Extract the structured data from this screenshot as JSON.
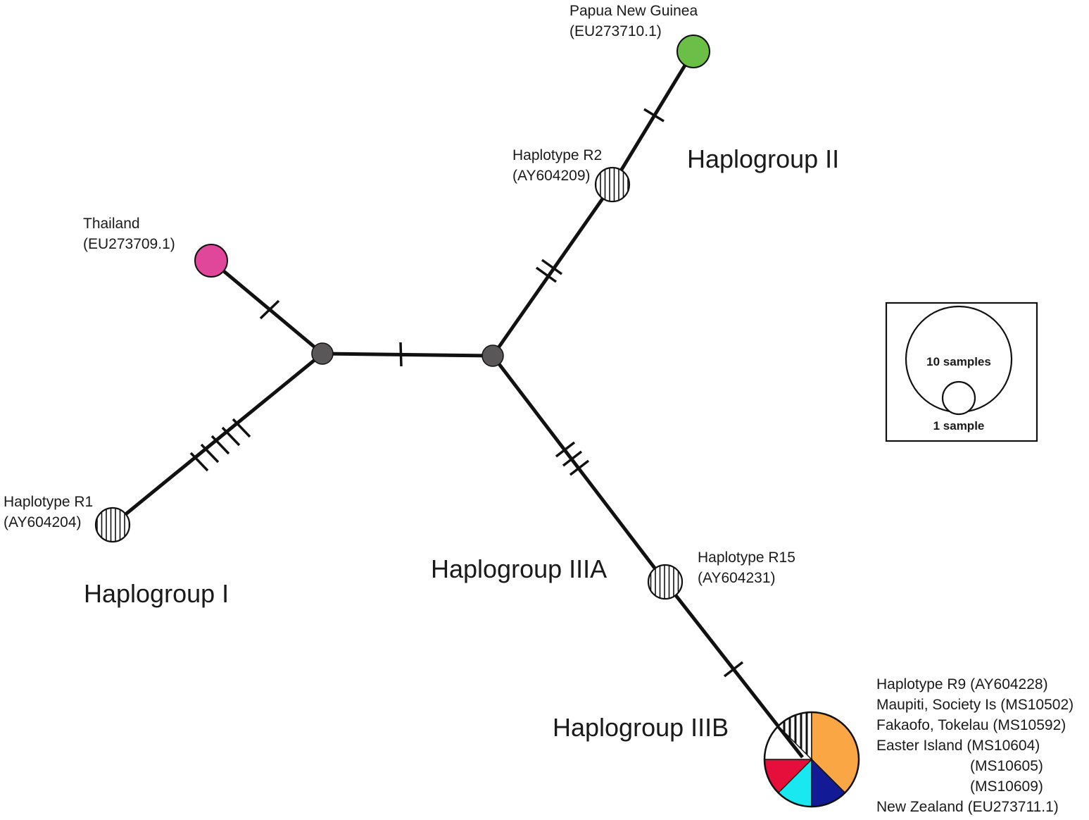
{
  "haplogroups": {
    "g1": "Haplogroup I",
    "g2": "Haplogroup II",
    "g3a": "Haplogroup IIIA",
    "g3b": "Haplogroup IIIB"
  },
  "nodes": {
    "thailand": {
      "name": "Thailand",
      "accession": "(EU273709.1)",
      "color": "#e0479a",
      "samples": 1
    },
    "png": {
      "name": "Papua New Guinea",
      "accession": "(EU273710.1)",
      "color": "#6cbf46",
      "samples": 1
    },
    "r1": {
      "name": "Haplotype R1",
      "accession": "(AY604204)",
      "pattern": "vertical-hatch",
      "samples": 1
    },
    "r2": {
      "name": "Haplotype R2",
      "accession": "(AY604209)",
      "pattern": "vertical-hatch",
      "samples": 1
    },
    "r15": {
      "name": "Haplotype R15",
      "accession": "(AY604231)",
      "pattern": "vertical-hatch",
      "samples": 1
    },
    "median_left": {
      "color": "#5a5758"
    },
    "median_right": {
      "color": "#5a5758"
    }
  },
  "mutations": {
    "thailand_to_median_left": 1,
    "median_left_to_median_right": 1,
    "median_left_to_r1": 5,
    "median_right_to_r2": 2,
    "r2_to_png": 1,
    "median_right_to_r15": 3,
    "r15_to_r9": 1
  },
  "r9": {
    "lines": [
      "Haplotype R9 (AY604228)",
      "Maupiti, Society Is (MS10502)",
      "Fakaofo, Tokelau (MS10592)",
      "Easter Island (MS10604)",
      "(MS10605)",
      "(MS10609)",
      "New Zealand (EU273711.1)"
    ],
    "slices": [
      {
        "label": "Haplotype R9 (AY604228)",
        "color": "#ffffff",
        "pattern": "vertical-hatch",
        "fraction": 0.125
      },
      {
        "label": "Maupiti, Society Is (MS10502)",
        "color": "#fba644",
        "fraction": 0.375
      },
      {
        "label": "New Zealand (EU273711.1)",
        "color": "#131a96",
        "fraction": 0.125
      },
      {
        "label": "Fakaofo, Tokelau (MS10592)",
        "color": "#1ae8f0",
        "fraction": 0.125
      },
      {
        "label": "Easter Island (MS10604)",
        "color": "#e60e3a",
        "fraction": 0.125
      }
    ],
    "samples": 8
  },
  "legend": {
    "large": "10 samples",
    "small": "1 sample"
  }
}
